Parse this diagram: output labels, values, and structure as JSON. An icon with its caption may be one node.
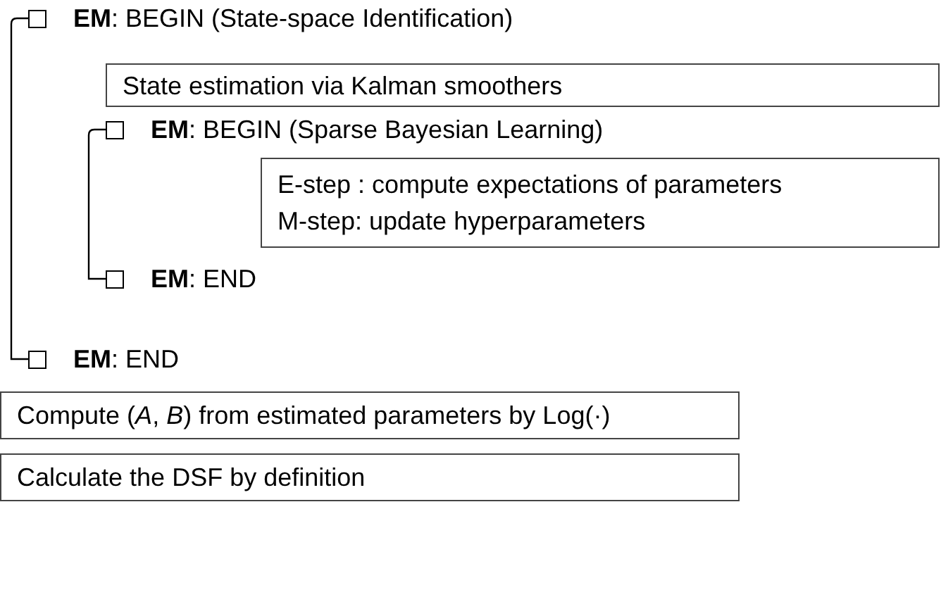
{
  "diagram": {
    "nodes": [
      {
        "text": [
          "**EM**: BEGIN (State-space Identification)"
        ]
      },
      {
        "text": [
          "State estimation via Kalman smoothers"
        ]
      },
      {
        "text": [
          "**EM**: BEGIN (Sparse Bayesian Learning)"
        ]
      },
      {
        "text": [
          "E-step : compute expectations of parameters",
          "M-step: update hyperparameters"
        ]
      },
      {
        "text": [
          "**EM**: END"
        ]
      },
      {
        "text": [
          "**EM**: END"
        ]
      },
      {
        "text": [
          "Compute (*A*, *B*) from estimated parameters by Log(·)"
        ]
      },
      {
        "text": [
          "Calculate the DSF by definition"
        ]
      }
    ],
    "edges": [
      {
        "from": 0,
        "to": 5,
        "arrow": "none"
      },
      {
        "from": 2,
        "to": 4,
        "arrow": "none"
      }
    ]
  }
}
